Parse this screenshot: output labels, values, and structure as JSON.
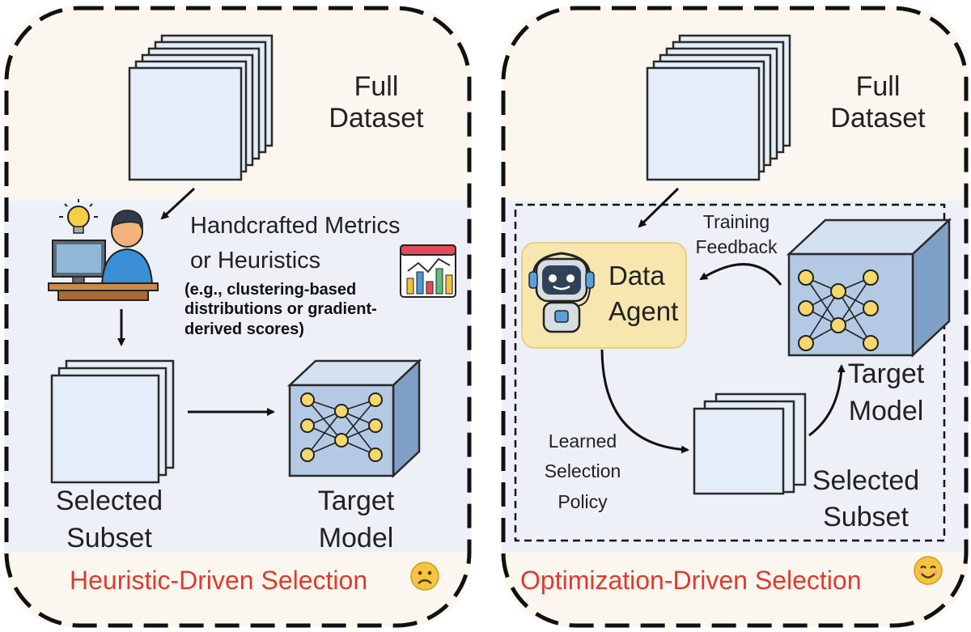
{
  "left_panel": {
    "dataset_label": "Full\nDataset",
    "metrics_label": "Handcrafted Metrics\nor Heuristics",
    "metrics_example": "(e.g., clustering-based\ndistributions or gradient-\nderived scores)",
    "subset_label": "Selected\nSubset",
    "model_label": "Target\nModel",
    "caption": "Heuristic-Driven Selection",
    "caption_emoji": "frowning-face-icon"
  },
  "right_panel": {
    "dataset_label": "Full\nDataset",
    "agent_label": "Data\nAgent",
    "feedback_label": "Training\nFeedback",
    "model_label": "Target\nModel",
    "policy_label": "Learned\nSelection\nPolicy",
    "subset_label": "Selected\nSubset",
    "caption": "Optimization-Driven Selection",
    "caption_emoji": "smiling-face-icon"
  },
  "colors": {
    "panel_background": "#fbf7f0",
    "inner_background": "#eef0f8",
    "sheet_fill": "#e4edf8",
    "cube_front": "#b3c9e4",
    "cube_side": "#7f9fc7",
    "node_fill": "#f5d86b",
    "agent_box": "#f7e6ae",
    "caption_red": "#e03a2c"
  }
}
